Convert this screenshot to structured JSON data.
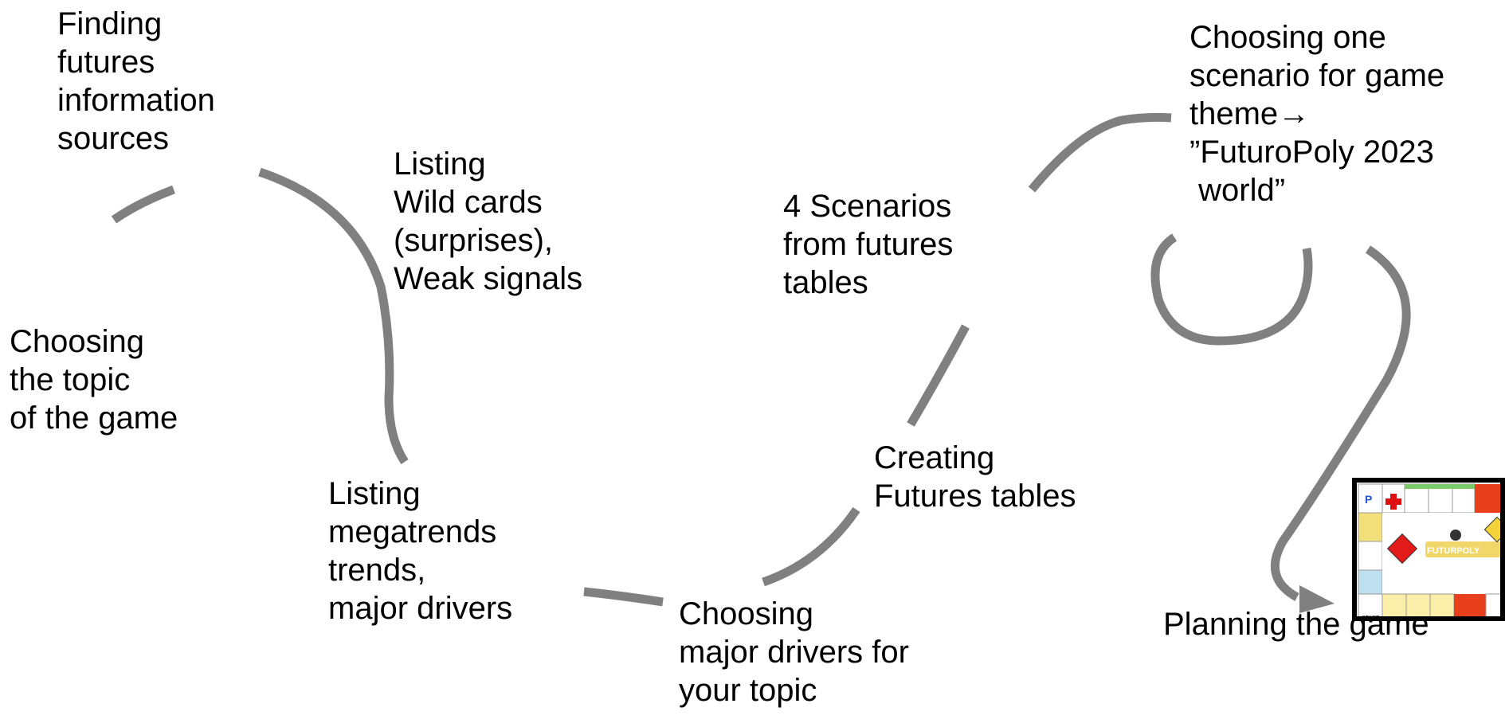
{
  "steps": {
    "finding_sources": "Finding\nfutures\ninformation\nsources",
    "choosing_topic": "Choosing\nthe topic\nof the game",
    "listing_wildcards": "Listing\nWild cards\n(surprises),\nWeak signals",
    "listing_megatrends": "Listing\nmegatrends\ntrends,\nmajor drivers",
    "choosing_drivers": "Choosing\nmajor drivers for\nyour topic",
    "creating_tables": "Creating\nFutures tables",
    "four_scenarios": "4 Scenarios\nfrom futures\ntables",
    "choosing_scenario": "Choosing one\nscenario for game\ntheme→\n”FuturoPoly 2023\n world”",
    "planning_game": "Planning the game"
  },
  "board_image": {
    "logo_text": "FUTURPOLY",
    "start_label": "START"
  },
  "colors": {
    "connector": "#808080",
    "text": "#000000"
  }
}
